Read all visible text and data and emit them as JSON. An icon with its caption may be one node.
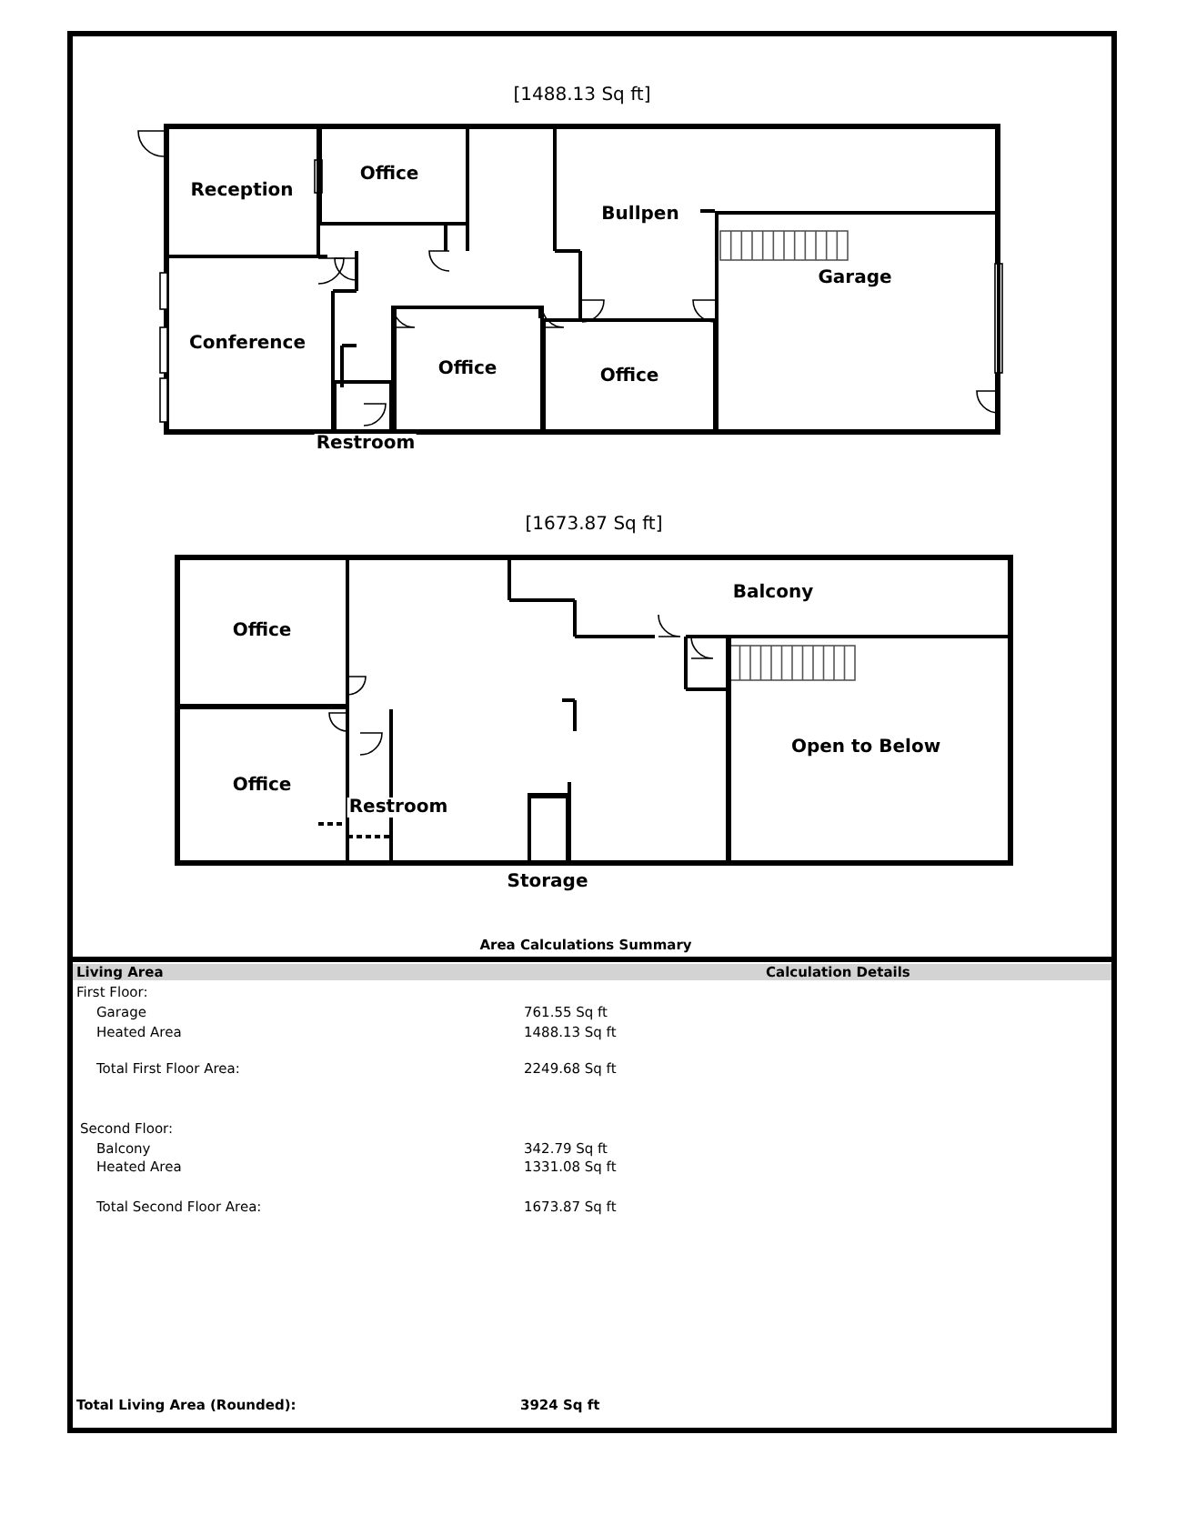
{
  "diagram": {
    "nodes": [
      {
        "text": [
          "[1488.13 Sq ft]"
        ]
      },
      {
        "text": [
          "Office"
        ],
        "in": 0
      },
      {
        "text": [
          "Reception"
        ],
        "in": 0
      },
      {
        "text": [
          "Bullpen"
        ],
        "in": 0
      },
      {
        "text": [
          "Garage"
        ],
        "in": 0
      },
      {
        "text": [
          "Conference"
        ],
        "in": 0
      },
      {
        "text": [
          "Office"
        ],
        "in": 0
      },
      {
        "text": [
          "Office"
        ],
        "in": 0
      },
      {
        "text": [
          "Restroom"
        ],
        "in": 0
      },
      {
        "text": [
          "[1673.87 Sq ft]"
        ]
      },
      {
        "text": [
          "Balcony"
        ],
        "in": 9
      },
      {
        "text": [
          "Office"
        ],
        "in": 9
      },
      {
        "text": [
          "Open to Below"
        ],
        "in": 9
      },
      {
        "text": [
          "Office"
        ],
        "in": 9
      },
      {
        "text": [
          "Restroom"
        ],
        "in": 9
      },
      {
        "text": [
          "Storage"
        ],
        "in": 9
      }
    ],
    "edges": [],
    "labels": [
      "Area Calculations Summary",
      "Living Area",
      "Calculation Details",
      "First Floor:",
      "Garage",
      "761.55 Sq ft",
      "Heated Area",
      "1488.13 Sq ft",
      "Total First Floor Area:",
      "2249.68 Sq ft",
      "Second Floor:",
      "Balcony",
      "342.79 Sq ft",
      "Heated Area",
      "1331.08 Sq ft",
      "Total Second Floor Area:",
      "1673.87 Sq ft",
      "Total Living Area (Rounded):",
      "3924 Sq ft"
    ]
  }
}
